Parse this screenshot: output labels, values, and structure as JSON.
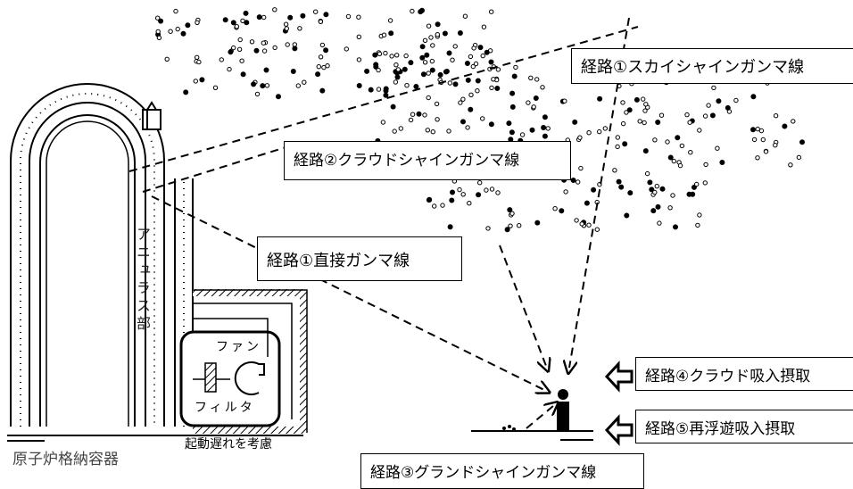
{
  "labels": {
    "route1_sky": "経路①スカイシャインガンマ線",
    "route2_cloud": "経路②クラウドシャインガンマ線",
    "route1_direct": "経路①直接ガンマ線",
    "route3_ground": "経路③グランドシャインガンマ線",
    "route4_inhale": "経路④クラウド吸入摂取",
    "route5_resuspend": "経路⑤再浮遊吸入摂取",
    "annulus": "アニュラス部",
    "fan": "ファン",
    "filter": "フィルタ",
    "startup_delay": "起動遅れを考慮",
    "containment_vessel": "原子炉格納容器"
  },
  "colors": {
    "line": "#000000",
    "dashed": "#000000",
    "background": "#ffffff"
  }
}
